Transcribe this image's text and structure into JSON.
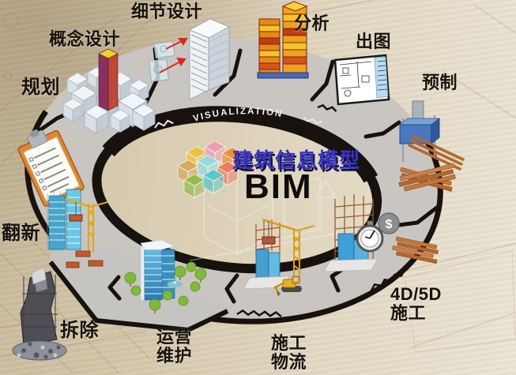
{
  "diagram": {
    "title_cn": "建筑信息模型",
    "title_en": "BIM",
    "ring_label": "VISUALIZATION",
    "cost_symbol": "$"
  },
  "stages": [
    {
      "id": "planning",
      "lines": [
        "规划"
      ]
    },
    {
      "id": "concept-design",
      "lines": [
        "概念设计"
      ]
    },
    {
      "id": "detail-design",
      "lines": [
        "细节设计"
      ]
    },
    {
      "id": "analysis",
      "lines": [
        "分析"
      ]
    },
    {
      "id": "documentation",
      "lines": [
        "出图"
      ]
    },
    {
      "id": "prefabrication",
      "lines": [
        "预制"
      ]
    },
    {
      "id": "construction-4d-5d",
      "lines": [
        "4D/5D",
        "施工"
      ]
    },
    {
      "id": "construction-logistics",
      "lines": [
        "施工",
        "物流"
      ]
    },
    {
      "id": "operation-maintenance",
      "lines": [
        "运营",
        "维护"
      ]
    },
    {
      "id": "demolition",
      "lines": [
        "拆除"
      ]
    },
    {
      "id": "renovation",
      "lines": [
        "翻新"
      ]
    }
  ],
  "colors": {
    "title_blue": "#3a35c4",
    "ring_band": "#c9c6c2",
    "ring_edge": "#17120e",
    "background_left": "#cdbfa2",
    "background_right": "#ece6d6",
    "cube": [
      "#ecc23e",
      "#eb9cb4",
      "#ec8c34",
      "#d8a860",
      "#8cdce2",
      "#ea7a62",
      "#92ba4a",
      "#55c6c6"
    ]
  }
}
